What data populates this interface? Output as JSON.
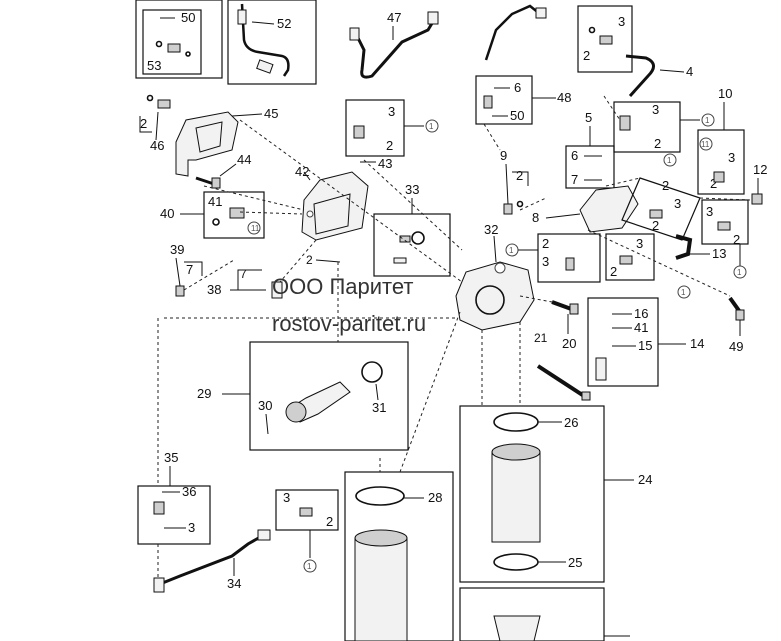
{
  "watermark": {
    "line1": "ООО Паритет",
    "line2": "rostov-paritet.ru"
  },
  "callouts": {
    "c1": "1",
    "c2": "2",
    "c3": "3",
    "c4": "4",
    "c5": "5",
    "c6": "6",
    "c7": "7",
    "c8": "8",
    "c9": "9",
    "c10": "10",
    "c11": "11",
    "c12": "12",
    "c13": "13",
    "c14": "14",
    "c15": "15",
    "c16": "16",
    "c20": "20",
    "c21": "21",
    "c24": "24",
    "c25": "25",
    "c26": "26",
    "c28": "28",
    "c29": "29",
    "c30": "30",
    "c31": "31",
    "c32": "32",
    "c33": "33",
    "c34": "34",
    "c35": "35",
    "c36": "36",
    "c38": "38",
    "c39": "39",
    "c40": "40",
    "c41": "41",
    "c42": "42",
    "c43": "43",
    "c44": "44",
    "c45": "45",
    "c46": "46",
    "c47": "47",
    "c48": "48",
    "c49": "49",
    "c50": "50",
    "c52": "52",
    "c53": "53"
  }
}
